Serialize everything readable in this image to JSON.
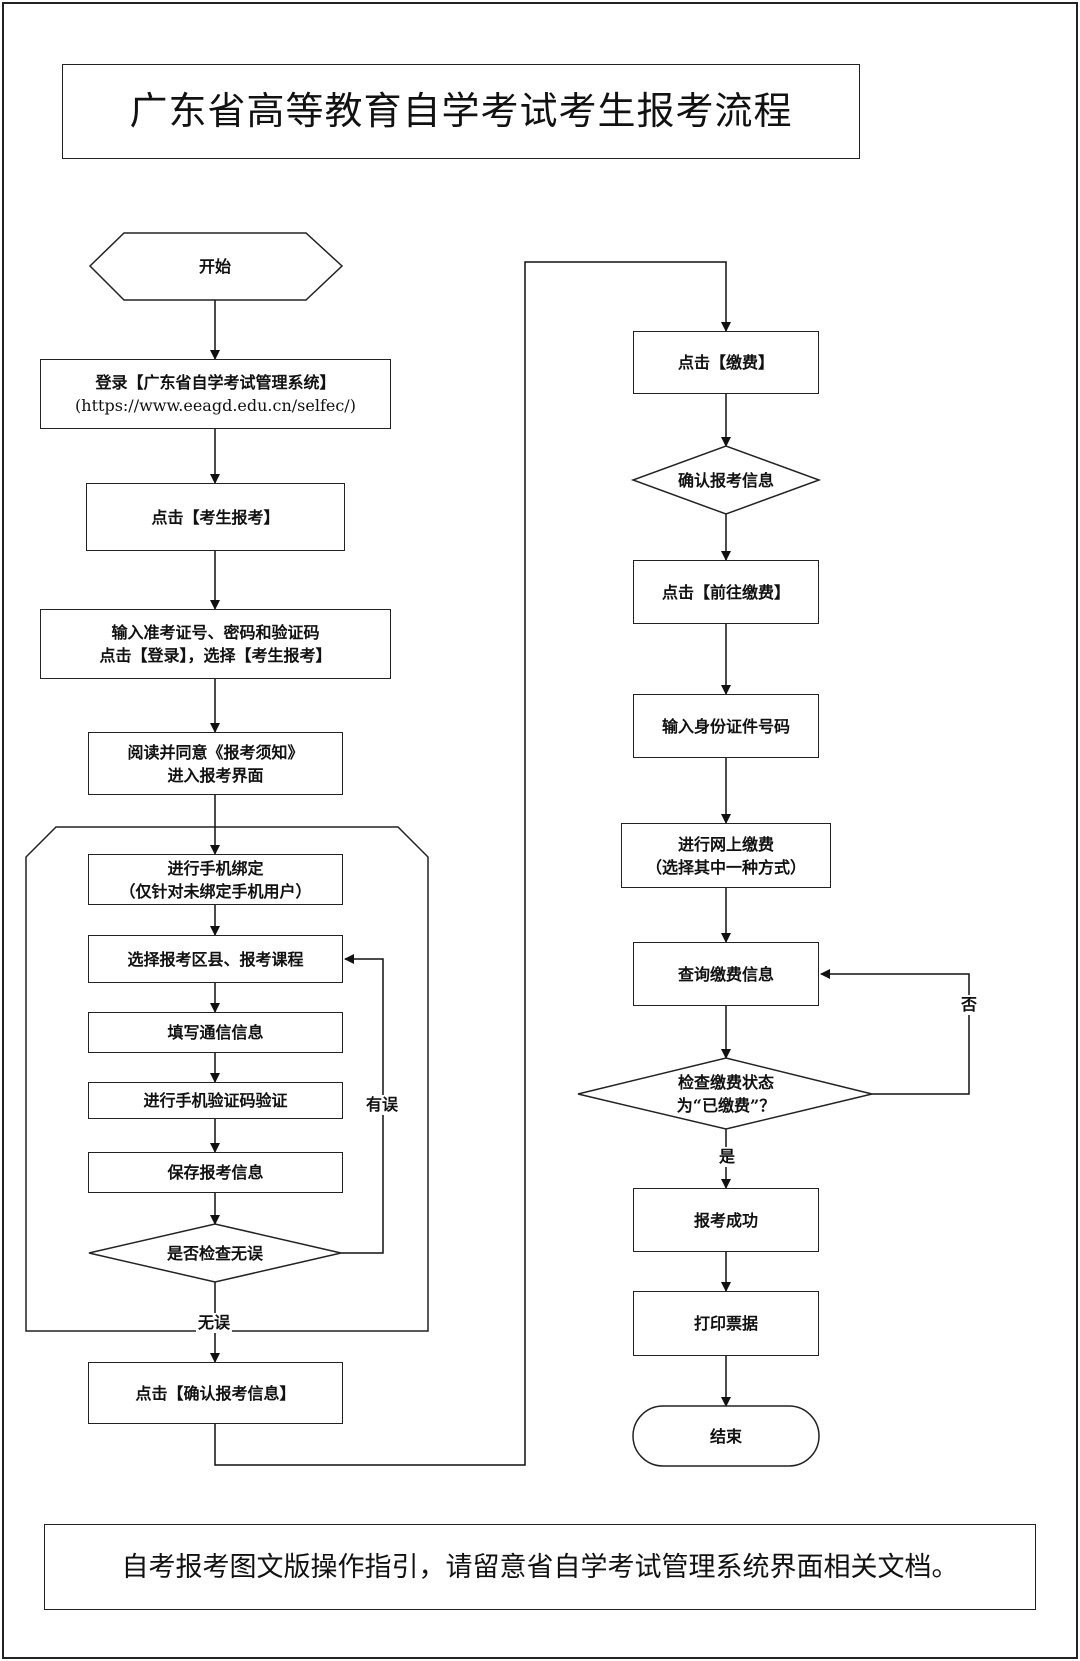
{
  "title": "广东省高等教育自学考试考生报考流程",
  "footer": "自考报考图文版操作指引，请留意省自学考试管理系统界面相关文档。",
  "left_column": {
    "start": "开始",
    "login_line1": "登录【广东省自学考试管理系统】",
    "login_line2": "(https://www.eeagd.edu.cn/selfec/)",
    "click_exam_reg": "点击【考生报考】",
    "input_line1": "输入准考证号、密码和验证码",
    "input_line2": "点击【登录】，选择【考生报考】",
    "read_line1": "阅读并同意《报考须知》",
    "read_line2": "进入报考界面",
    "bind_line1": "进行手机绑定",
    "bind_line2": "（仅针对未绑定手机用户）",
    "select_course": "选择报考区县、报考课程",
    "fill_info": "填写通信信息",
    "sms_verify": "进行手机验证码验证",
    "save_info": "保存报考信息",
    "check_decision": "是否检查无误",
    "label_has_error": "有误",
    "label_no_error": "无误",
    "confirm_info": "点击【确认报考信息】"
  },
  "right_column": {
    "click_pay": "点击【缴费】",
    "confirm_reg_info": "确认报考信息",
    "go_pay": "点击【前往缴费】",
    "input_id": "输入身份证件号码",
    "online_pay_line1": "进行网上缴费",
    "online_pay_line2": "（选择其中一种方式）",
    "query_pay": "查询缴费信息",
    "check_status_line1": "检查缴费状态",
    "check_status_line2": "为“已缴费”？",
    "label_no": "否",
    "label_yes": "是",
    "success": "报考成功",
    "print_ticket": "打印票据",
    "end": "结束"
  }
}
